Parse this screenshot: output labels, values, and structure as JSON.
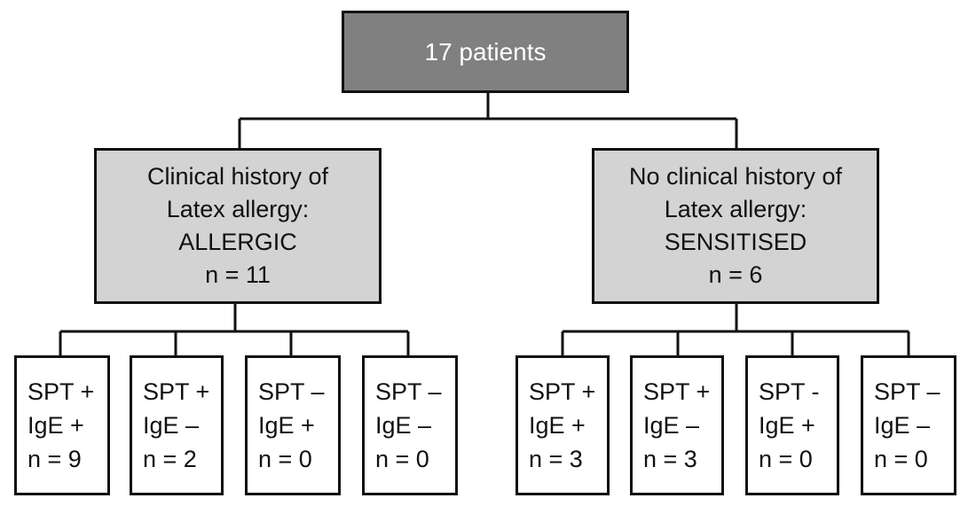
{
  "root": {
    "label": "17 patients"
  },
  "groups": [
    {
      "lines": [
        "Clinical history of",
        "Latex allergy:",
        "ALLERGIC",
        "n = 11"
      ],
      "leaves": [
        {
          "spt": "SPT +",
          "ige": "IgE +",
          "n": "n = 9"
        },
        {
          "spt": "SPT +",
          "ige": "IgE –",
          "n": "n = 2"
        },
        {
          "spt": "SPT –",
          "ige": "IgE +",
          "n": "n = 0"
        },
        {
          "spt": "SPT –",
          "ige": "IgE –",
          "n": "n = 0"
        }
      ]
    },
    {
      "lines": [
        "No clinical history of",
        "Latex allergy:",
        "SENSITISED",
        "n = 6"
      ],
      "leaves": [
        {
          "spt": "SPT +",
          "ige": "IgE +",
          "n": "n = 3"
        },
        {
          "spt": "SPT +",
          "ige": "IgE –",
          "n": "n = 3"
        },
        {
          "spt": "SPT -",
          "ige": "IgE +",
          "n": "n = 0"
        },
        {
          "spt": "SPT –",
          "ige": "IgE –",
          "n": "n = 0"
        }
      ]
    }
  ],
  "colors": {
    "root_fill": "#808080",
    "group_fill": "#d3d3d3",
    "leaf_fill": "#ffffff",
    "stroke": "#111111"
  }
}
